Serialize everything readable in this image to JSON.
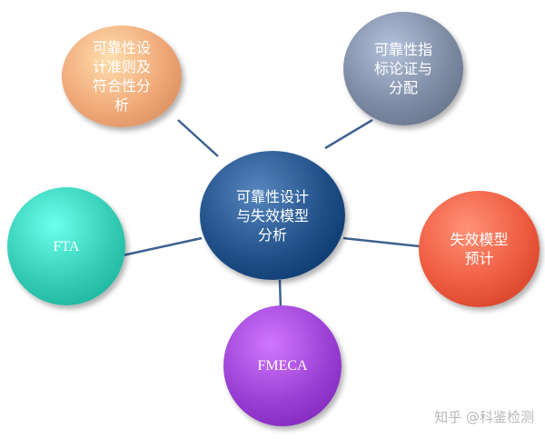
{
  "diagram": {
    "center": {
      "label": "可靠性设计\n与失效模型\n分析",
      "color": "#1f4f86"
    },
    "nodes": [
      {
        "label": "可靠性设\n计准则及\n符合性分\n析",
        "color": "#f0a777"
      },
      {
        "label": "可靠性指\n标论证与\n分配",
        "color": "#7d8aa3"
      },
      {
        "label": "FTA",
        "color": "#33cbb4"
      },
      {
        "label": "失效模型\n预计",
        "color": "#ee5a3f"
      },
      {
        "label": "FMECA",
        "color": "#9a3fd3"
      }
    ]
  },
  "watermark": "知乎 @科鉴检测"
}
